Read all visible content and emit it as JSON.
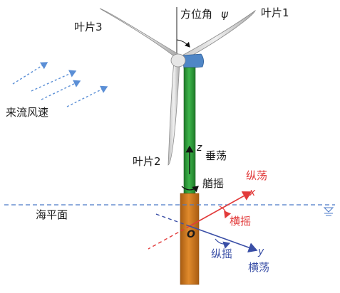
{
  "labels": {
    "blade1": "叶片1",
    "blade2": "叶片2",
    "blade3": "叶片3",
    "azimuth": "方位角",
    "psi": "ψ",
    "inflow": "来流风速",
    "heave": "垂荡",
    "yaw": "艏摇",
    "sway_red": "纵荡",
    "roll_red": "横摇",
    "pitch_blue": "纵摇",
    "sway_blue": "横荡",
    "sea_level": "海平面",
    "axis_z": "z",
    "axis_x": "x",
    "axis_y": "y",
    "origin": "O"
  },
  "colors": {
    "tower": "#2f9a3a",
    "platform": "#c9741e",
    "nacelle": "#4f86c6",
    "blade": "#d9d9d9",
    "red_axis": "#e23b3b",
    "blue_axis": "#3a4fa6",
    "sea_line": "#4a79c8",
    "wind_arrows": "#5b8fd6"
  },
  "icons": {
    "sea_level_symbol": "water-level-icon"
  }
}
